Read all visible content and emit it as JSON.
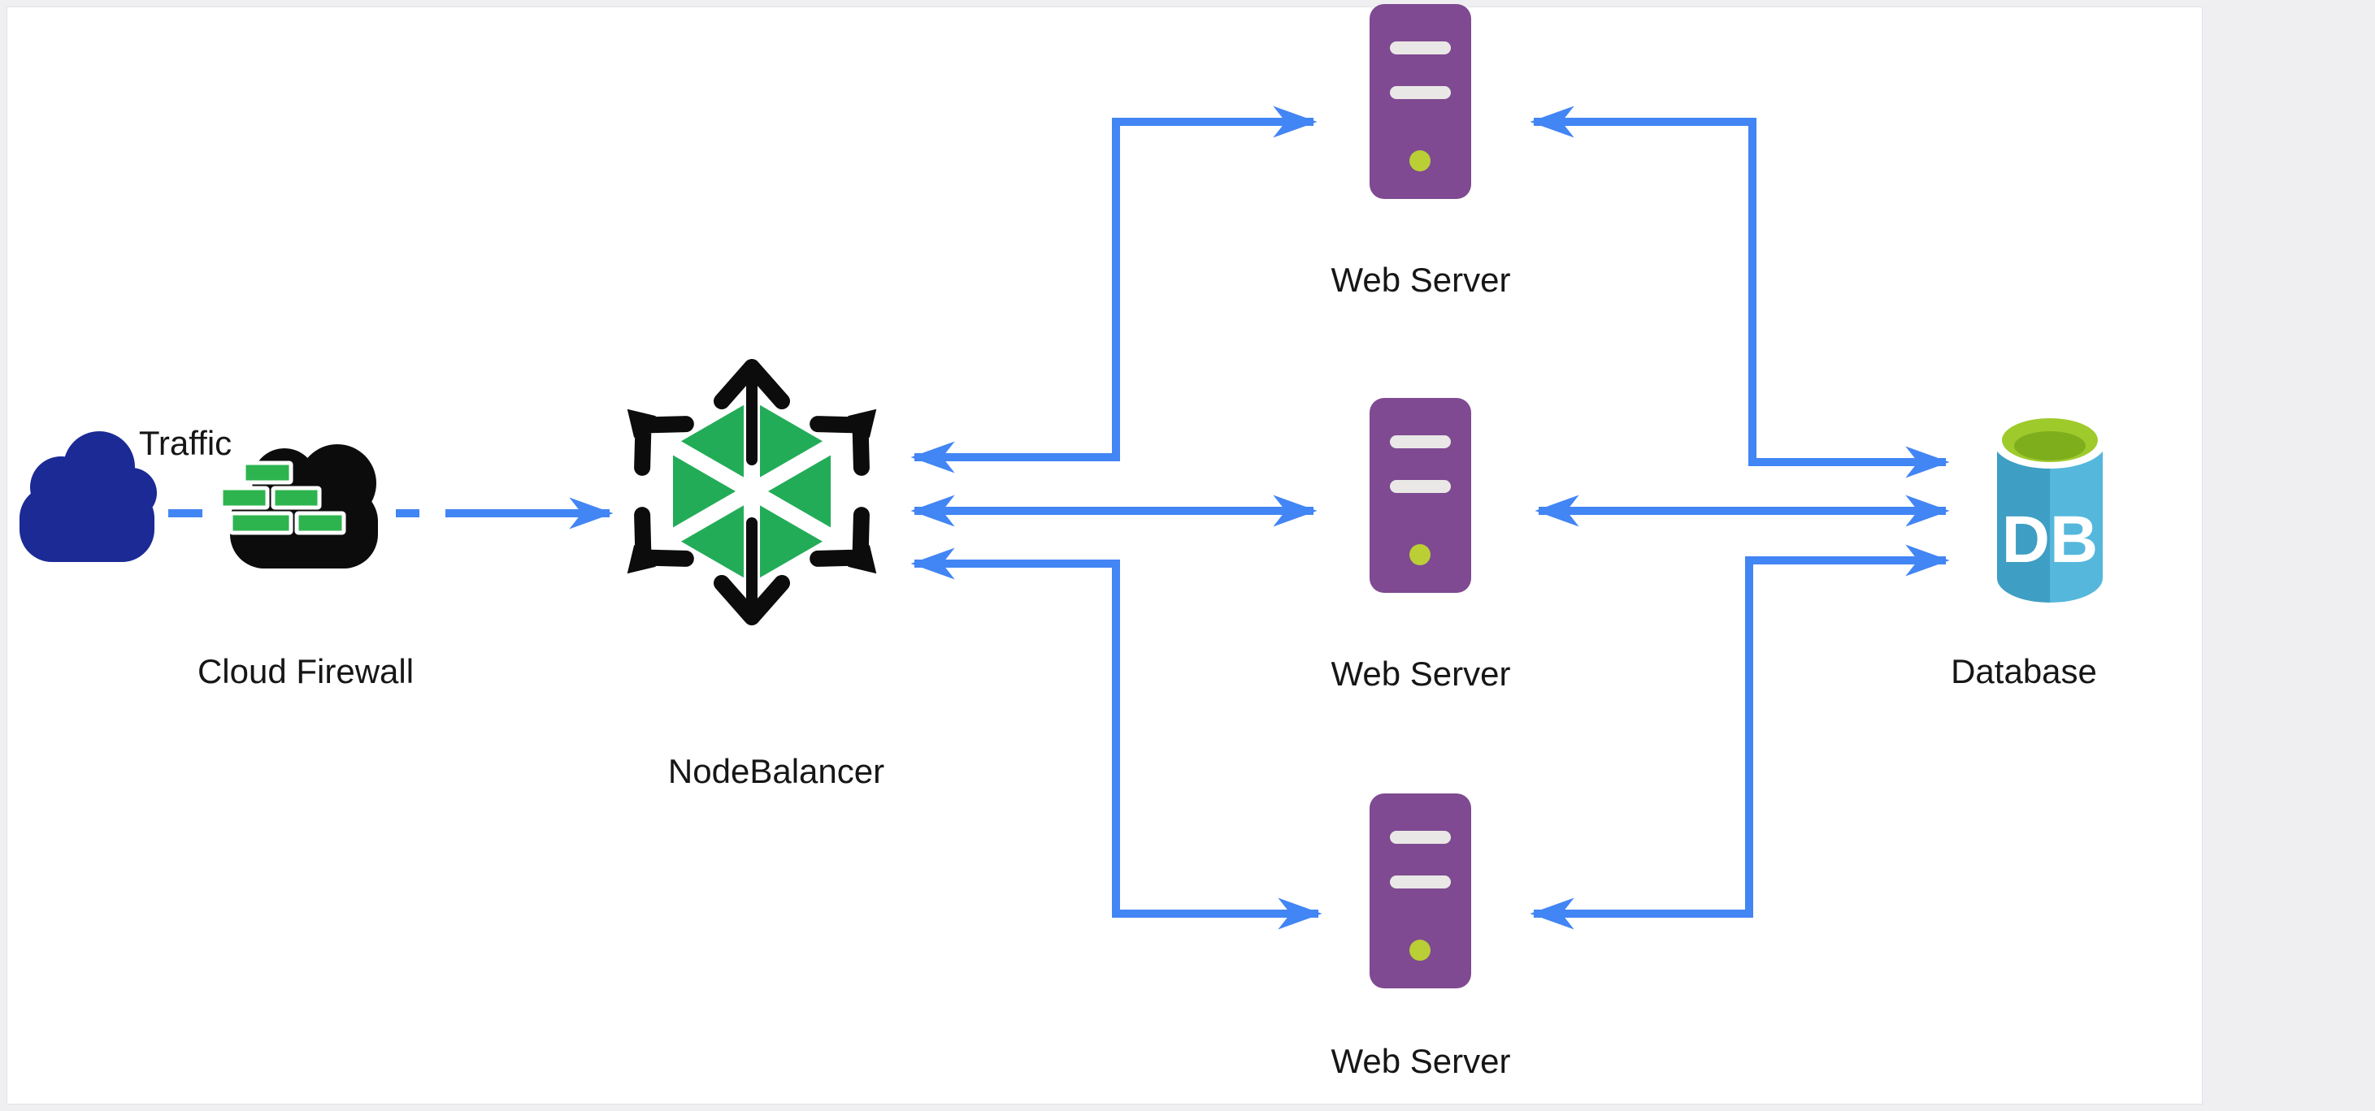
{
  "page": {
    "background": "#efeff1",
    "canvas": "#ffffff"
  },
  "nodes": [
    {
      "id": "traffic",
      "label": "Traffic"
    },
    {
      "id": "cloud-firewall",
      "label": "Cloud Firewall"
    },
    {
      "id": "nodebalancer",
      "label": "NodeBalancer"
    },
    {
      "id": "web-server-top",
      "label": "Web Server"
    },
    {
      "id": "web-server-middle",
      "label": "Web Server"
    },
    {
      "id": "web-server-bottom",
      "label": "Web Server"
    },
    {
      "id": "database",
      "label": "Database",
      "badge": "DB"
    }
  ],
  "edges": [
    {
      "from": "traffic",
      "to": "cloud-firewall",
      "style": "dashed",
      "direction": "none"
    },
    {
      "from": "cloud-firewall",
      "to": "nodebalancer",
      "style": "solid",
      "direction": "forward"
    },
    {
      "from": "nodebalancer",
      "to": "web-server-top",
      "style": "elbow",
      "direction": "both"
    },
    {
      "from": "nodebalancer",
      "to": "web-server-middle",
      "style": "straight",
      "direction": "both"
    },
    {
      "from": "nodebalancer",
      "to": "web-server-bottom",
      "style": "elbow",
      "direction": "both"
    },
    {
      "from": "web-server-top",
      "to": "database",
      "style": "elbow",
      "direction": "both"
    },
    {
      "from": "web-server-middle",
      "to": "database",
      "style": "straight",
      "direction": "both"
    },
    {
      "from": "web-server-bottom",
      "to": "database",
      "style": "elbow",
      "direction": "both"
    }
  ],
  "colors": {
    "arrow": "#4285f4",
    "traffic_cloud": "#1b2a94",
    "firewall_cloud": "#0c0c0c",
    "firewall_brick": "#2eb44f",
    "nodebalancer_green": "#23ac58",
    "nodebalancer_black": "#0c0c0c",
    "server_purple": "#7f4a91",
    "server_slot": "#e9e8e6",
    "server_led": "#b9cf35",
    "db_body_left": "#3e9ec4",
    "db_body_right": "#55b7dc",
    "db_top": "#9fca2c",
    "db_top_inner": "#7fae1d",
    "label_text": "#161616"
  }
}
